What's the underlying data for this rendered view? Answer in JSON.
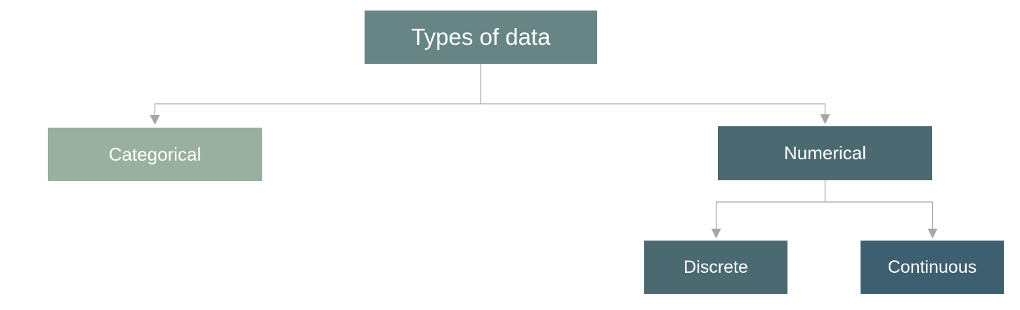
{
  "diagram": {
    "root": {
      "label": "Types of data",
      "color": "#678585"
    },
    "categorical": {
      "label": "Categorical",
      "color": "#99AF9F"
    },
    "numerical": {
      "label": "Numerical",
      "color": "#4A6971"
    },
    "discrete": {
      "label": "Discrete",
      "color": "#4A6971"
    },
    "continuous": {
      "label": "Continuous",
      "color": "#3E5F6F"
    },
    "connector_color": "#A6A6A6"
  }
}
